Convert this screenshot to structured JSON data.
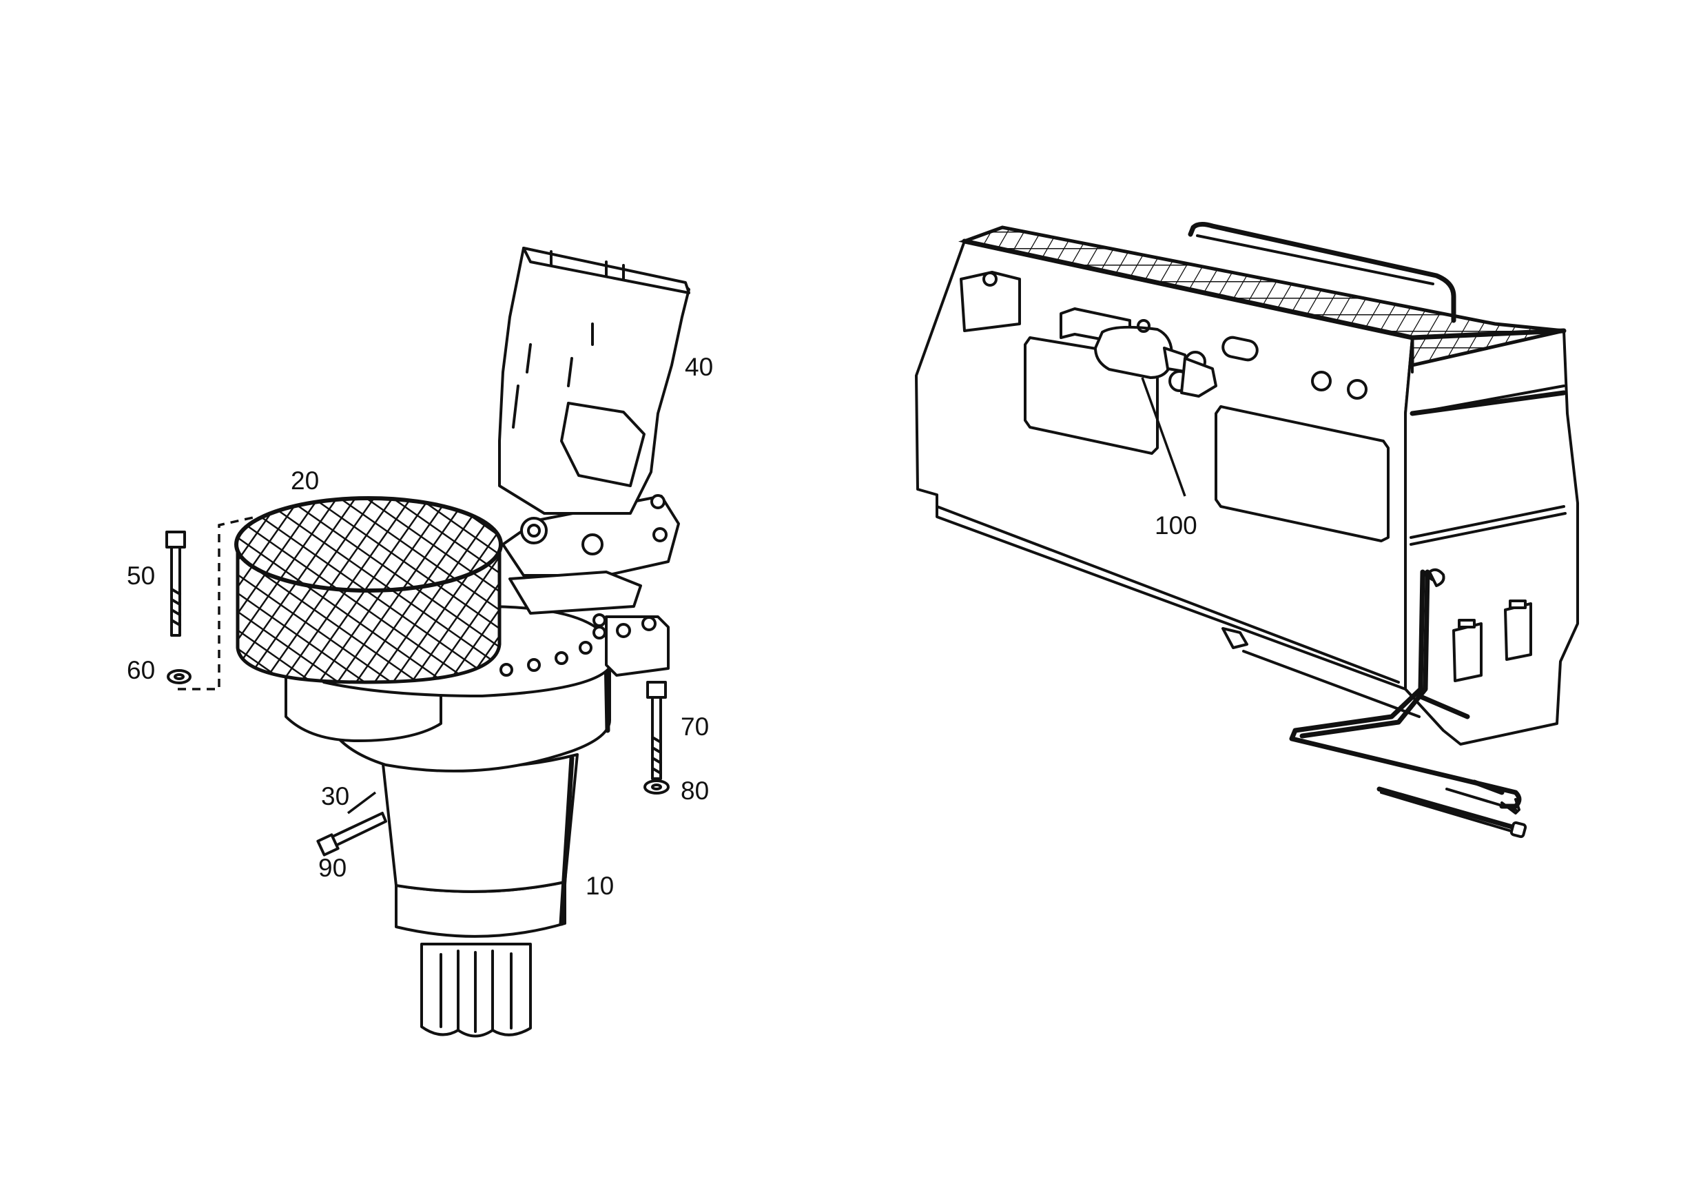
{
  "diagram": {
    "callouts": {
      "c10": "10",
      "c20": "20",
      "c30": "30",
      "c40": "40",
      "c50": "50",
      "c60": "60",
      "c70": "70",
      "c80": "80",
      "c90": "90",
      "c100": "100"
    }
  }
}
